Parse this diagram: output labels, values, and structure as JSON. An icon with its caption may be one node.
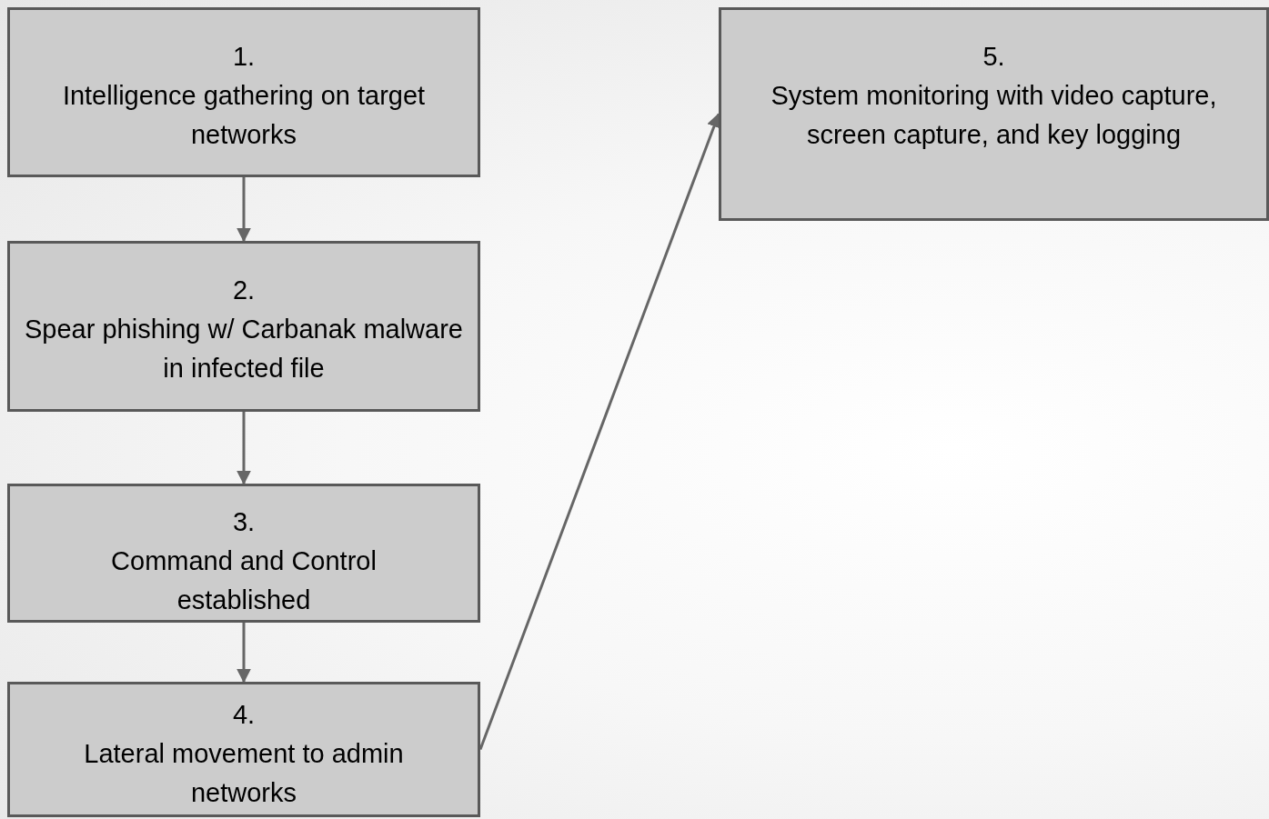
{
  "diagram": {
    "nodes": [
      {
        "text": [
          "1.",
          "Intelligence gathering on target networks"
        ]
      },
      {
        "text": [
          "2.",
          "Spear phishing w/ Carbanak malware in infected file"
        ]
      },
      {
        "text": [
          "3.",
          "Command and Control established"
        ]
      },
      {
        "text": [
          "4.",
          "Lateral movement to admin networks"
        ]
      },
      {
        "text": [
          "5.",
          "System monitoring with video capture, screen capture, and key logging"
        ]
      }
    ],
    "edges": [
      {
        "from": 0,
        "to": 1,
        "arrow": "to"
      },
      {
        "from": 1,
        "to": 2,
        "arrow": "to"
      },
      {
        "from": 2,
        "to": 3,
        "arrow": "to"
      },
      {
        "from": 3,
        "to": 4,
        "arrow": "to"
      }
    ]
  }
}
